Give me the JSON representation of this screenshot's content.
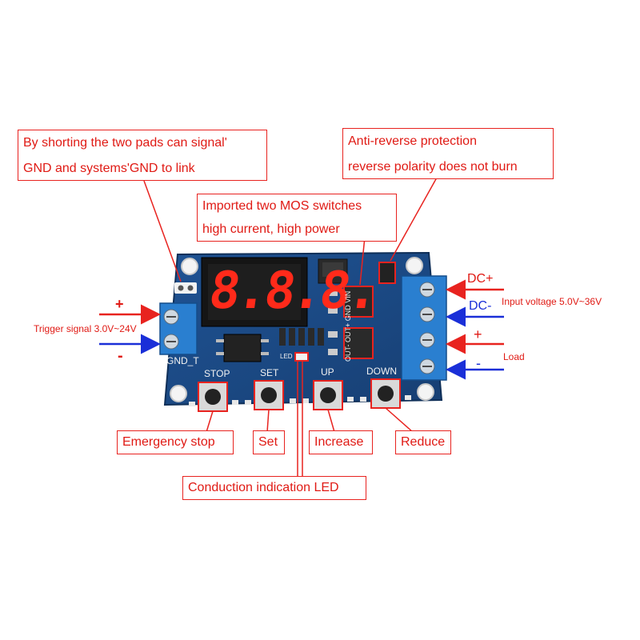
{
  "callouts": {
    "gnd_link": [
      "By shorting the two pads can signal'",
      "GND and systems'GND  to link"
    ],
    "anti_reverse": [
      "Anti-reverse protection",
      "reverse polarity does not burn"
    ],
    "mos": [
      "Imported two MOS switches",
      "high current, high power"
    ],
    "emergency_stop": "Emergency stop",
    "set": "Set",
    "increase": "Increase",
    "reduce": "Reduce",
    "conduction_led": "Conduction indication LED"
  },
  "labels": {
    "trigger_plus": "+",
    "trigger_minus": "-",
    "trigger_signal": "Trigger signal  3.0V~24V",
    "dc_plus": "DC+",
    "dc_minus": "DC-",
    "input_voltage": "Input voltage 5.0V~36V",
    "load_plus": "+",
    "load_minus": "-",
    "load": "Load"
  },
  "board": {
    "display_digits": "8.8.8.",
    "silk_stop": "STOP",
    "silk_set": "SET",
    "silk_up": "UP",
    "silk_down": "DOWN",
    "silk_gnd_t": "GND_T",
    "silk_led": "LED",
    "silk_terminals": "OUT- OUT+ GND VIN"
  },
  "colors": {
    "pcb": "#1b4a86",
    "callout_red": "#e01a14",
    "arrow_blue": "#1a2fd8",
    "terminal_blue": "#2a7fd0",
    "display_red": "#ff2a1a"
  }
}
